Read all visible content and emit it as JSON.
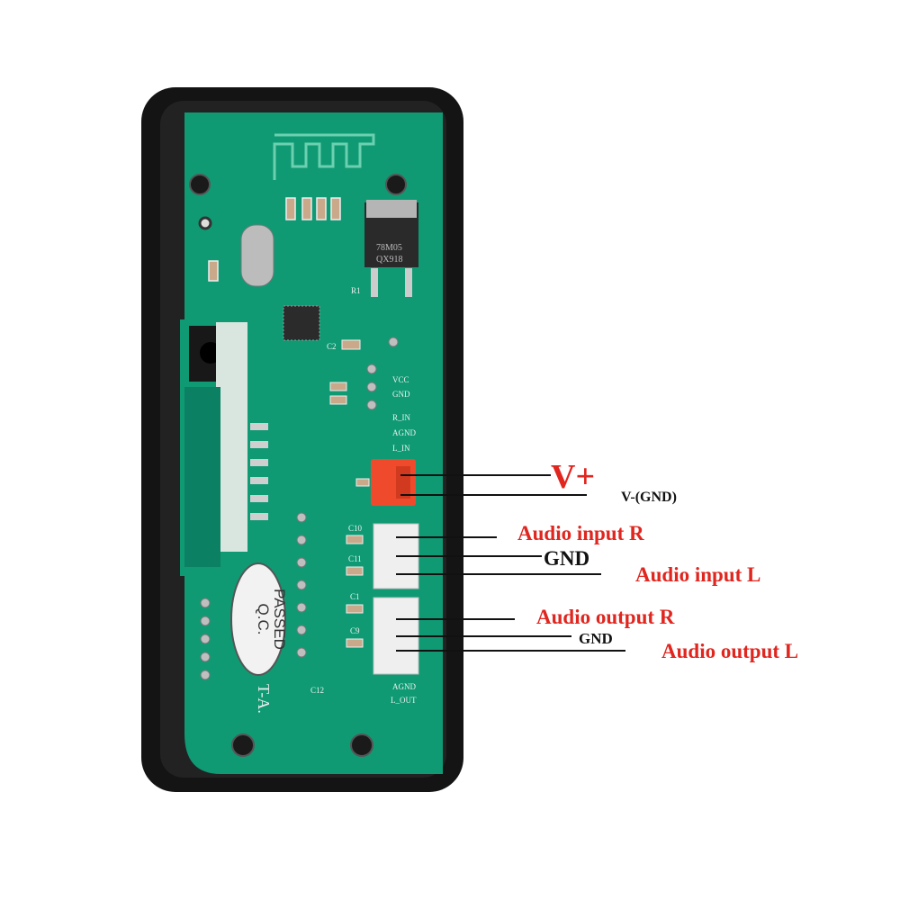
{
  "colors": {
    "accent_red": "#e0261f",
    "label_black": "#111111",
    "pcb_green": "#0f9a74",
    "case_black": "#141414"
  },
  "board": {
    "silkscreen": {
      "vcc": "VCC",
      "gnd": "GND",
      "r_in": "R_IN",
      "agnd": "AGND",
      "l_in": "L_IN",
      "agnd2": "AGND",
      "l_out": "L_OUT",
      "regulator_line1": "78M05",
      "regulator_line2": "QX918",
      "qc_line1": "Q.C.",
      "qc_line2": "PASSED",
      "model": "T-A.",
      "c10": "C10",
      "c11": "C11",
      "c1": "C1",
      "c9": "C9",
      "c2": "C2",
      "r1": "R1",
      "c12": "C12"
    }
  },
  "labels": [
    {
      "text": "V+",
      "color": "#e0261f"
    },
    {
      "text": "V-(GND)",
      "color": "#111111"
    },
    {
      "text": "Audio input R",
      "color": "#e0261f"
    },
    {
      "text": "GND",
      "color": "#111111"
    },
    {
      "text": "Audio input L",
      "color": "#e0261f"
    },
    {
      "text": "Audio output R",
      "color": "#e0261f"
    },
    {
      "text": "GND",
      "color": "#111111"
    },
    {
      "text": "Audio output L",
      "color": "#e0261f"
    }
  ]
}
